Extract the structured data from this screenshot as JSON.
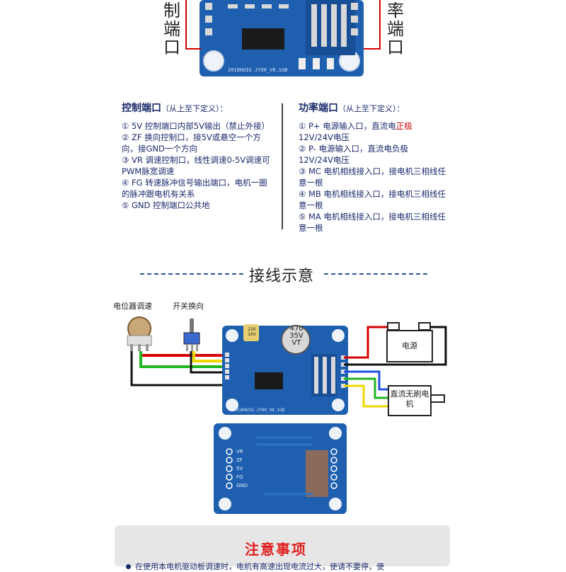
{
  "top_labels": {
    "left": [
      "制",
      "端",
      "口"
    ],
    "right": [
      "率",
      "端",
      "口"
    ]
  },
  "board_top_text": "2018HUIG JY90_V8.1GB",
  "control": {
    "title": "控制端口",
    "subtitle": "（从上至下定义）：",
    "items": [
      "① 5V  控制端口内部5V输出（禁止外接）",
      "② ZF  换向控制口，接5V或悬空一个方向，接GND一个方向",
      "③ VR  调速控制口，线性调速0-5V调速可PWM脉宽调速",
      "④ FG  转速脉冲信号输出端口，电机一圈的脉冲跟电机有关系",
      "⑤ GND 控制端口公共地"
    ]
  },
  "power": {
    "title": "功率端口",
    "subtitle": "（从上至下定义）：",
    "items": [
      {
        "pre": "① P+  电源输入口，直流电",
        "hl": "正极",
        "post": "12V/24V电压",
        "hl_color": "#d10000"
      },
      {
        "pre": "② P-  电源输入口，直流电",
        "hl": "负极",
        "post": "12V/24V电压",
        "hl_color": "#1a2a6c"
      },
      {
        "pre": "③ MC  电机相线接入口，接电机三相线任意一根",
        "hl": "",
        "post": "",
        "hl_color": "#1a2a6c"
      },
      {
        "pre": "④ MB  电机相线接入口，接电机三相线任意一根",
        "hl": "",
        "post": "",
        "hl_color": "#1a2a6c"
      },
      {
        "pre": "⑤ MA  电机相线接入口，接电机三相线任意一根",
        "hl": "",
        "post": "",
        "hl_color": "#1a2a6c"
      }
    ]
  },
  "wiring": {
    "section_title": "接线示意",
    "pot_label": "电位器调速",
    "switch_label": "开关换向",
    "power_box": "电源",
    "motor_box": "直流无刷电机",
    "cap_text": [
      "470",
      "35V",
      "VT"
    ],
    "small_cap_text": [
      "220",
      "16V"
    ],
    "board_text": "2018HUIG JY90_V8.1GB",
    "back_pins": [
      "VR",
      "ZF",
      "5V",
      "FG",
      "GND"
    ]
  },
  "notice": {
    "title": "注意事项",
    "line": "在使用本电机驱动板调速时，电机有高速出现电流过大，使请不要停，使"
  },
  "colors": {
    "pcb": "#1f5fb0",
    "pcb_dark": "#164a8c",
    "wire_red": "#d40000",
    "wire_yellow": "#f1d700",
    "wire_green": "#22b522",
    "wire_black": "#111111",
    "wire_blue": "#1e50e0",
    "text_blue": "#1a2a6c"
  }
}
